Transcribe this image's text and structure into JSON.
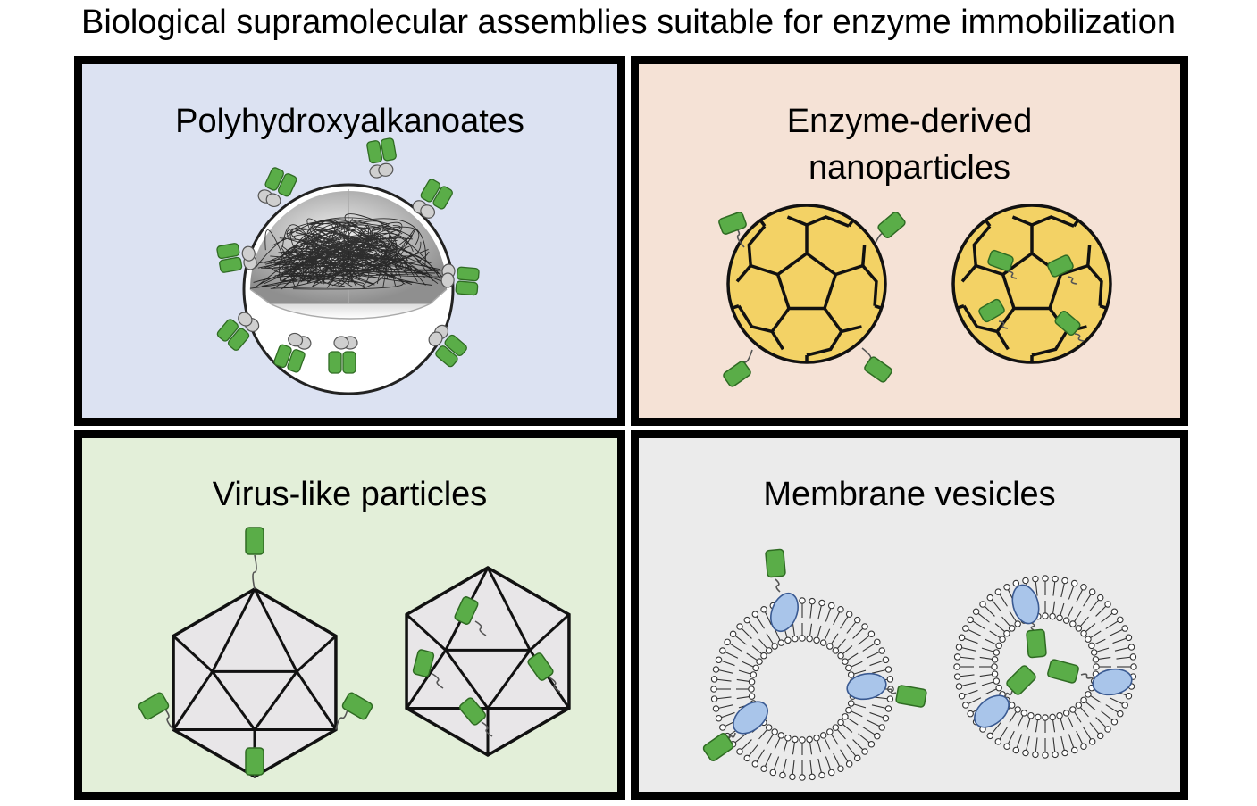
{
  "title": "Biological supramolecular assemblies suitable for enzyme immobilization",
  "panels": {
    "pha": {
      "title": "Polyhydroxyalkanoates",
      "color": "#dce2f2"
    },
    "enp": {
      "title_line1": "Enzyme-derived",
      "title_line2": "nanoparticles",
      "color": "#f5e2d6"
    },
    "vlp": {
      "title": "Virus-like particles",
      "color": "#e3efd9"
    },
    "mv": {
      "title": "Membrane vesicles",
      "color": "#ebebeb"
    }
  },
  "colors": {
    "enzyme": "#5aad48",
    "anchor_protein": "#a9c5ea",
    "nanoparticle": "#f3d265",
    "capsid": "#e8e6e8"
  }
}
